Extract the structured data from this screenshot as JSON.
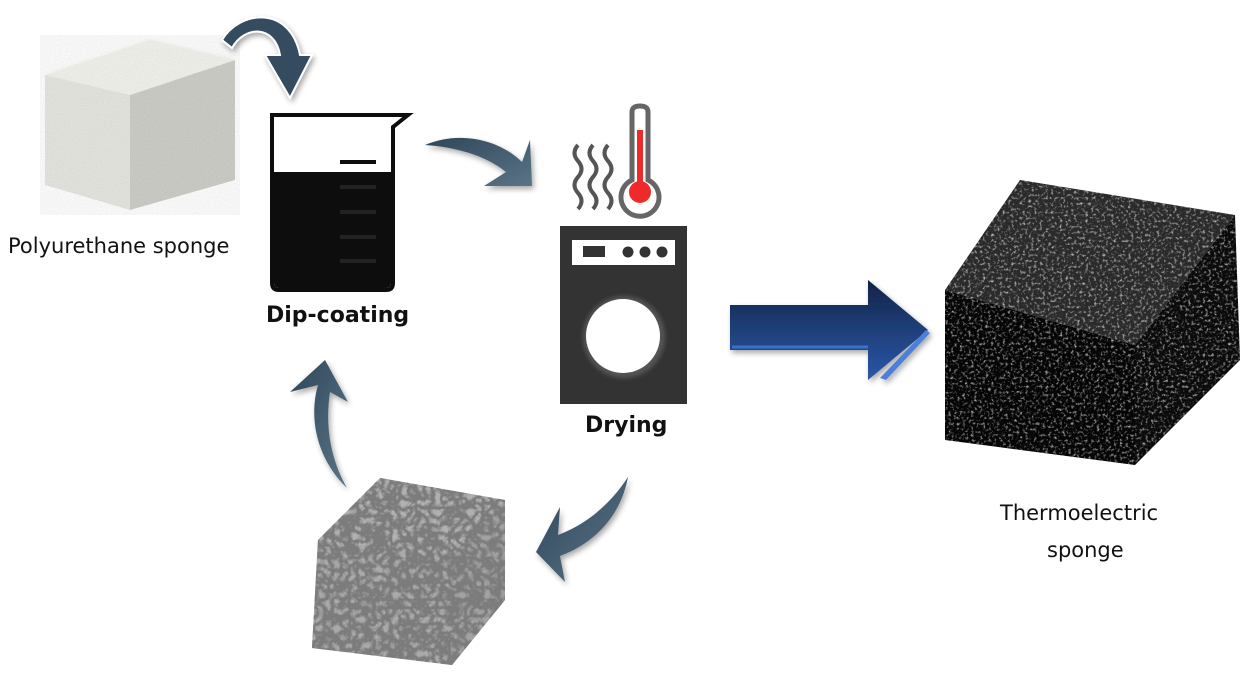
{
  "diagram": {
    "title": "",
    "nodes": [
      {
        "id": "pu-sponge",
        "label": "Polyurethane sponge"
      },
      {
        "id": "dip-coating",
        "label": "Dip-coating"
      },
      {
        "id": "drying",
        "label": "Drying"
      },
      {
        "id": "coated-sponge",
        "label": ""
      },
      {
        "id": "te-sponge",
        "label_lines": [
          "Thermoelectric",
          "sponge"
        ]
      }
    ],
    "edges": [
      {
        "from": "pu-sponge",
        "to": "dip-coating"
      },
      {
        "from": "dip-coating",
        "to": "drying"
      },
      {
        "from": "drying",
        "to": "coated-sponge"
      },
      {
        "from": "coated-sponge",
        "to": "dip-coating"
      },
      {
        "from": "drying",
        "to": "te-sponge"
      }
    ],
    "colors": {
      "cycle_arrow": "#3d5568",
      "main_arrow": "#1f3f7a",
      "main_arrow_highlight": "#4d7fd6",
      "thermometer_fluid": "#ee2a2a",
      "dryer_body": "#333333",
      "beaker_liquid": "#0d0d0d",
      "pu_sponge": "#e6e6e0"
    }
  }
}
